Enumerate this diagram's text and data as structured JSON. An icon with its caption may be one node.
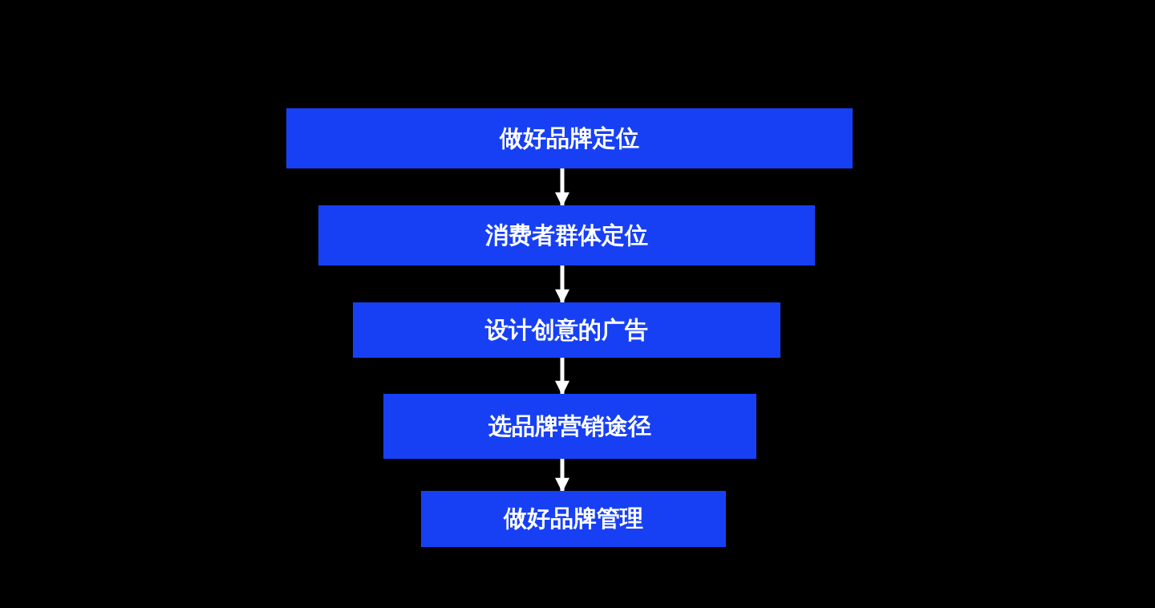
{
  "diagram": {
    "nodes": [
      {
        "text": [
          "做好品牌定位"
        ]
      },
      {
        "text": [
          "消费者群体定位"
        ]
      },
      {
        "text": [
          "设计创意的广告"
        ]
      },
      {
        "text": [
          "选品牌营销途径"
        ]
      },
      {
        "text": [
          "做好品牌管理"
        ]
      }
    ],
    "edges": [
      {
        "from": 0,
        "to": 1,
        "arrow": "to"
      },
      {
        "from": 1,
        "to": 2,
        "arrow": "to"
      },
      {
        "from": 2,
        "to": 3,
        "arrow": "to"
      },
      {
        "from": 3,
        "to": 4,
        "arrow": "to"
      }
    ]
  }
}
